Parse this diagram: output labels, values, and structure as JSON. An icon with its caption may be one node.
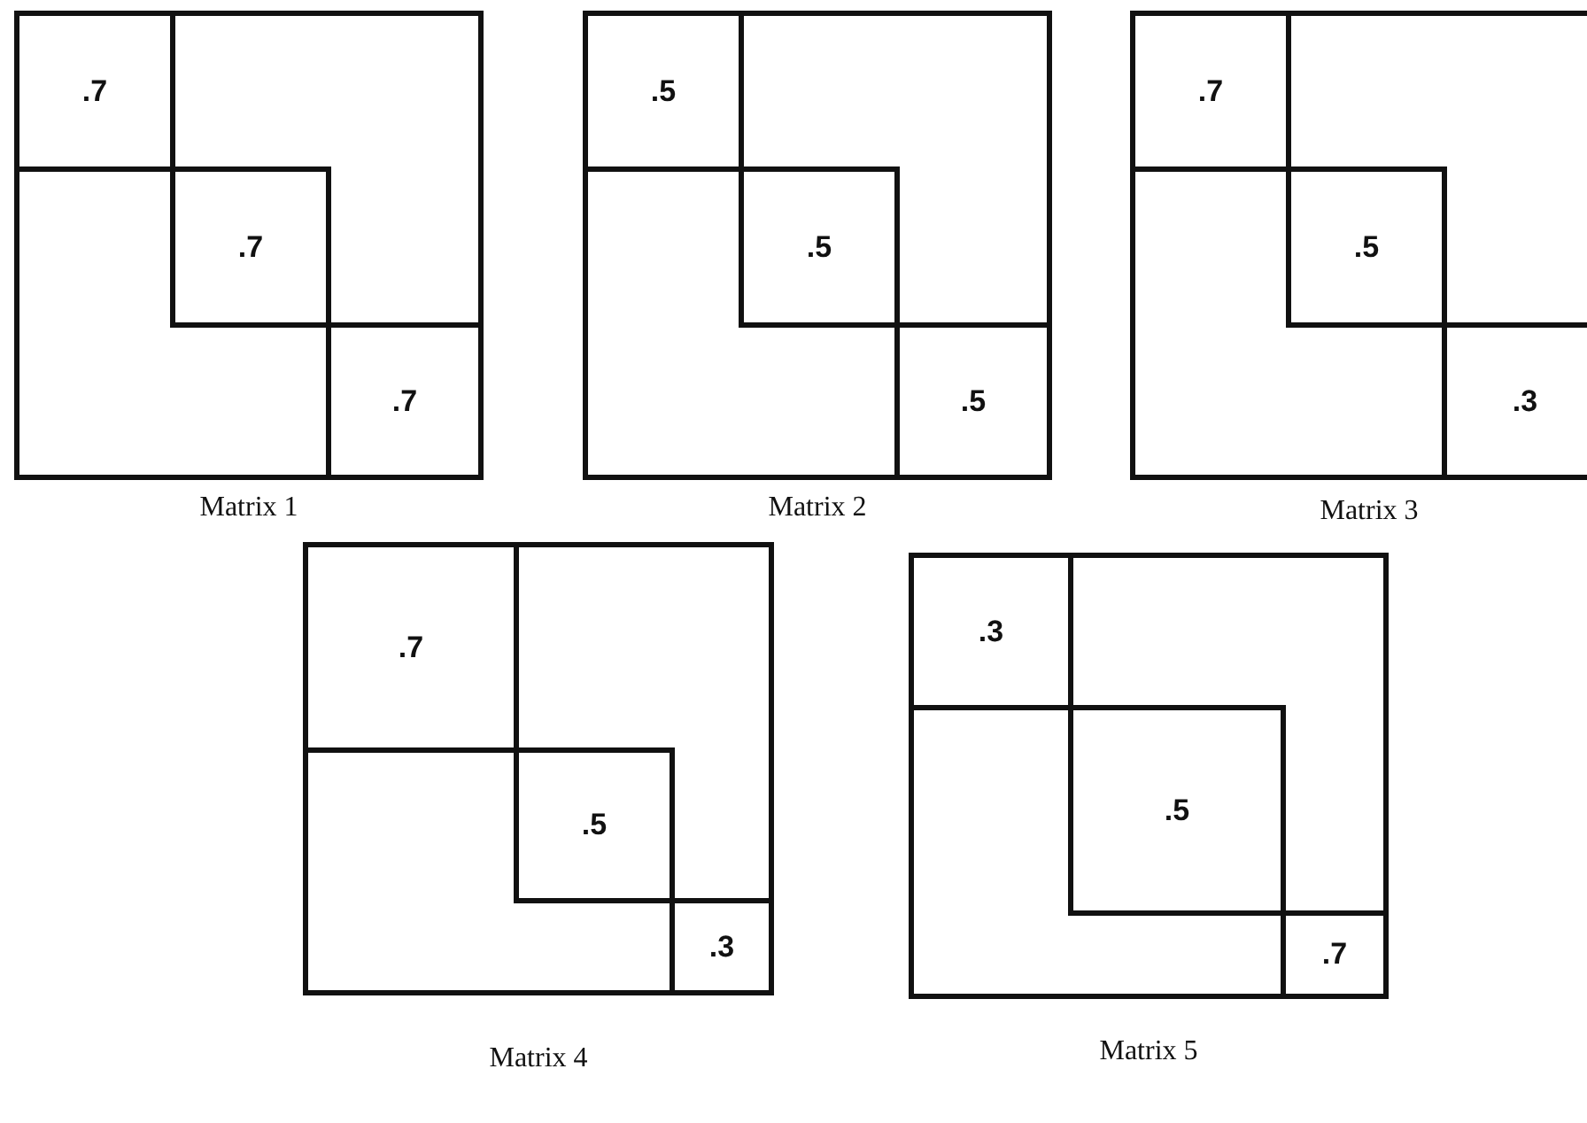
{
  "diagram": {
    "nodes": [
      {
        "text": [],
        "shape": "box",
        "beside": [
          "Matrix 1"
        ]
      },
      {
        "text": [
          ".7"
        ],
        "in": 0
      },
      {
        "text": [
          ".7"
        ],
        "in": 0
      },
      {
        "text": [
          ".7"
        ],
        "in": 0
      },
      {
        "text": [],
        "shape": "box",
        "beside": [
          "Matrix 2"
        ]
      },
      {
        "text": [
          ".5"
        ],
        "in": 4
      },
      {
        "text": [
          ".5"
        ],
        "in": 4
      },
      {
        "text": [
          ".5"
        ],
        "in": 4
      },
      {
        "text": [],
        "shape": "box",
        "beside": [
          "Matrix 3"
        ]
      },
      {
        "text": [
          ".7"
        ],
        "in": 8
      },
      {
        "text": [
          ".5"
        ],
        "in": 8
      },
      {
        "text": [
          ".3"
        ],
        "in": 8
      },
      {
        "text": [],
        "shape": "box",
        "beside": [
          "Matrix 4"
        ]
      },
      {
        "text": [
          ".7"
        ],
        "in": 12
      },
      {
        "text": [
          ".5"
        ],
        "in": 12
      },
      {
        "text": [
          ".3"
        ],
        "in": 12
      },
      {
        "text": [],
        "shape": "box",
        "beside": [
          "Matrix 5"
        ]
      },
      {
        "text": [
          ".3"
        ],
        "in": 16
      },
      {
        "text": [
          ".5"
        ],
        "in": 16
      },
      {
        "text": [
          ".7"
        ],
        "in": 16
      }
    ]
  }
}
